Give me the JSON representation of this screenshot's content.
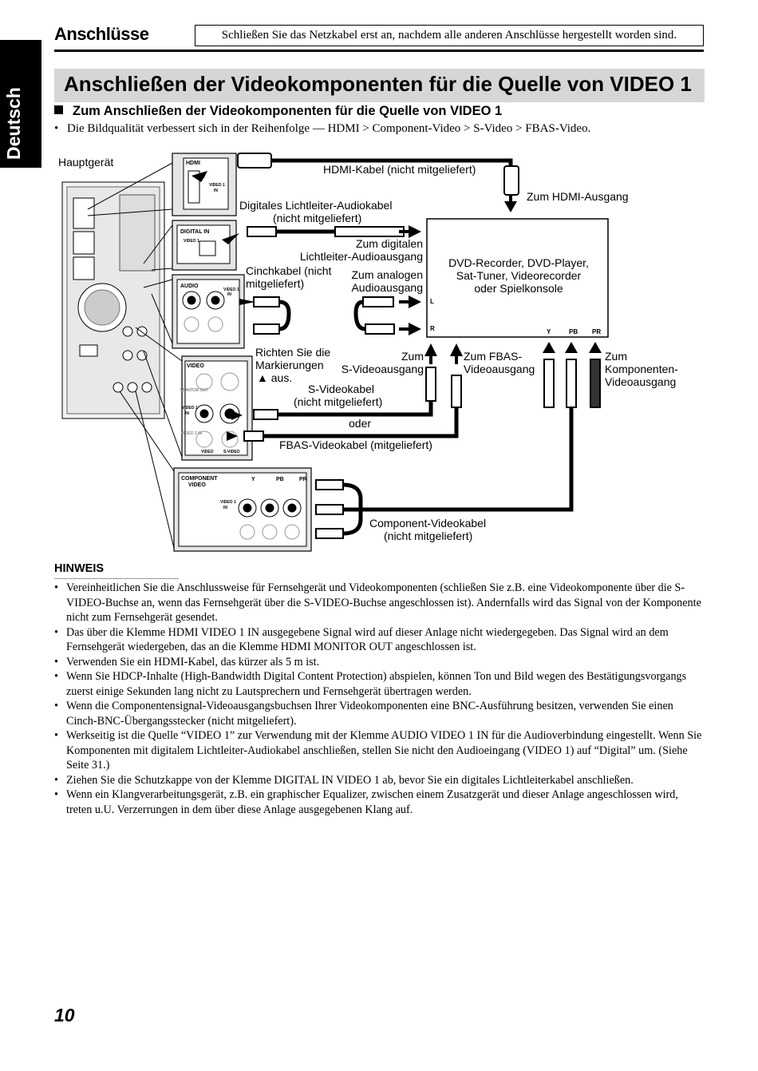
{
  "side_tab": "Deutsch",
  "section_label": "Anschlüsse",
  "header_note": "Schließen Sie das Netzkabel erst an, nachdem alle anderen Anschlüsse hergestellt worden sind.",
  "title": "Anschließen der Videokomponenten für die Quelle von VIDEO 1",
  "subheading": "Zum Anschließen der Videokomponenten für die Quelle von VIDEO 1",
  "intro_bullet": "Die Bildqualität verbessert sich in der Reihenfolge — HDMI > Component-Video > S-Video > FBAS-Video.",
  "diagram": {
    "main_unit": "Hauptgerät",
    "hdmi_cable": "HDMI-Kabel (nicht mitgeliefert)",
    "to_hdmi_out": "Zum HDMI-Ausgang",
    "optical_cable_1": "Digitales Lichtleiter-Audiokabel",
    "optical_cable_2": "(nicht mitgeliefert)",
    "to_optical_1": "Zum digitalen",
    "to_optical_2": "Lichtleiter-Audioausgang",
    "rca_cable_1": "Cinchkabel (nicht",
    "rca_cable_2": "mitgeliefert)",
    "to_analog_1": "Zum analogen",
    "to_analog_2": "Audioausgang",
    "device_1": "DVD-Recorder, DVD-Player,",
    "device_2": "Sat-Tuner, Videorecorder",
    "device_3": "oder Spielkonsole",
    "dev_l": "L",
    "dev_r": "R",
    "dev_y": "Y",
    "dev_pb": "PB",
    "dev_pr": "PR",
    "marks_1": "Richten Sie die",
    "marks_2": "Markierungen",
    "marks_3": "▲ aus.",
    "to_svideo_1": "Zum",
    "to_svideo_2": "S-Videoausgang",
    "to_fbas_1": "Zum FBAS-",
    "to_fbas_2": "Videoausgang",
    "to_comp_1": "Zum",
    "to_comp_2": "Komponenten-",
    "to_comp_3": "Videoausgang",
    "svideo_cable_1": "S-Videokabel",
    "svideo_cable_2": "(nicht mitgeliefert)",
    "oder": "oder",
    "fbas_cable": "FBAS-Videokabel (mitgeliefert)",
    "comp_cable_1": "Component-Videokabel",
    "comp_cable_2": "(nicht mitgeliefert)",
    "jack_hdmi": "HDMI",
    "jack_video1_in": "VIDEO 1",
    "jack_in": "IN",
    "jack_digital_in": "DIGITAL IN",
    "jack_audio": "AUDIO",
    "jack_video": "VIDEO",
    "jack_monitor_out": "MONITOR OUT",
    "jack_video2_in": "VIDEO 2 IN",
    "jack_video_lbl": "VIDEO",
    "jack_svideo_lbl": "S-VIDEO",
    "jack_component": "COMPONENT",
    "jack_component_video": "VIDEO",
    "jack_y": "Y",
    "jack_pb": "PB",
    "jack_pr": "PR"
  },
  "hinweis_title": "HINWEIS",
  "notes": [
    "Vereinheitlichen Sie die Anschlussweise für Fernsehgerät und Videokomponenten (schließen Sie z.B. eine Videokomponente über die S-VIDEO-Buchse an, wenn das Fernsehgerät über die S-VIDEO-Buchse angeschlossen ist). Andernfalls wird das Signal von der Komponente nicht zum Fernsehgerät gesendet.",
    "Das über die Klemme HDMI VIDEO 1 IN ausgegebene Signal wird auf dieser Anlage nicht wiedergegeben. Das Signal wird an dem Fernsehgerät wiedergeben, das an die Klemme HDMI MONITOR OUT angeschlossen ist.",
    "Verwenden Sie ein HDMI-Kabel, das kürzer als 5 m ist.",
    "Wenn Sie HDCP-Inhalte (High-Bandwidth Digital Content Protection) abspielen, können Ton und Bild wegen des Bestätigungsvorgangs zuerst einige Sekunden lang nicht zu Lautsprechern und Fernsehgerät übertragen werden.",
    "Wenn die Componentensignal-Videoausgangsbuchsen Ihrer Videokomponenten eine BNC-Ausführung besitzen, verwenden Sie einen Cinch-BNC-Übergangsstecker (nicht mitgeliefert).",
    "Werkseitig ist die Quelle “VIDEO 1” zur Verwendung mit der Klemme AUDIO VIDEO 1 IN für die Audioverbindung eingestellt. Wenn Sie Komponenten mit digitalem Lichtleiter-Audiokabel anschließen, stellen Sie nicht den Audioeingang (VIDEO 1) auf “Digital” um. (Siehe Seite 31.)",
    "Ziehen Sie die Schutzkappe von der Klemme DIGITAL IN VIDEO 1 ab, bevor Sie ein digitales Lichtleiterkabel anschließen.",
    "Wenn ein Klangverarbeitungsgerät, z.B. ein graphischer Equalizer, zwischen einem Zusatzgerät und dieser Anlage angeschlossen wird, treten u.U. Verzerrungen in dem über diese Anlage ausgegebenen Klang auf."
  ],
  "page_number": "10"
}
